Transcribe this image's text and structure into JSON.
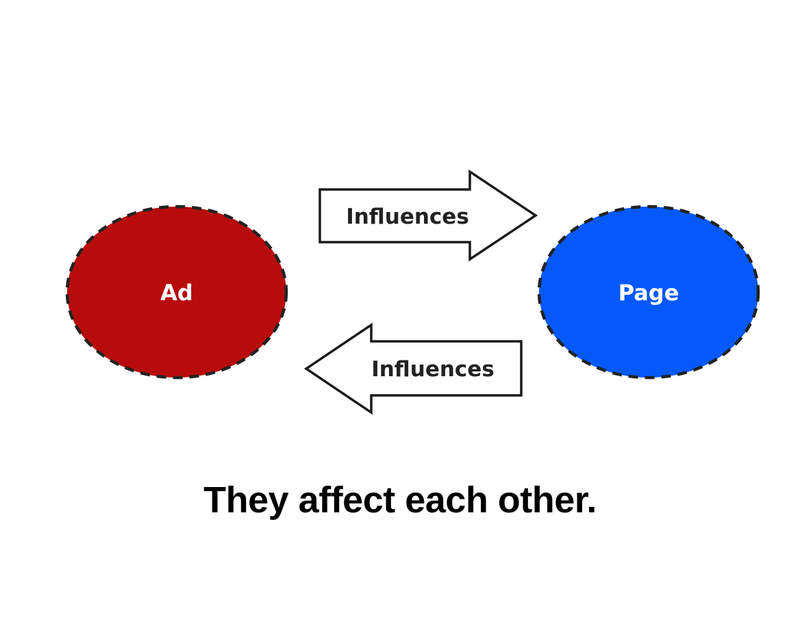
{
  "nodes": {
    "ad": {
      "label": "Ad",
      "color": "#b80c0c"
    },
    "page": {
      "label": "Page",
      "color": "#0559fb"
    }
  },
  "arrows": {
    "top": {
      "label": "Influences",
      "direction": "right"
    },
    "bottom": {
      "label": "Influences",
      "direction": "left"
    }
  },
  "caption": "They affect each other.",
  "colors": {
    "outline": "#222222",
    "background": "#ffffff"
  }
}
